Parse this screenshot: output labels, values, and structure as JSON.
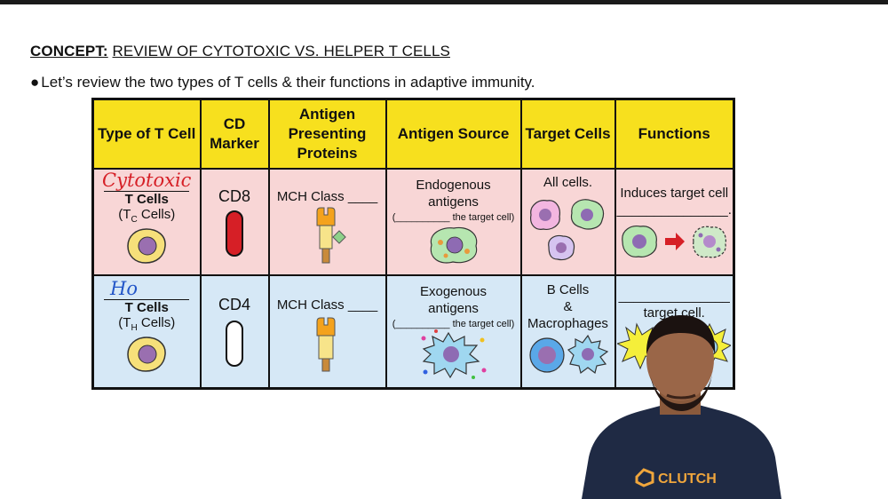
{
  "header": {
    "concept_label": "CONCEPT:",
    "concept_title": "REVIEW OF CYTOTOXIC VS. HELPER T CELLS",
    "bullet": "Let’s review the two types of T cells & their functions in adaptive immunity."
  },
  "table": {
    "headers": {
      "type": "Type of T Cell",
      "cd_line1": "CD",
      "cd_line2": "Marker",
      "antigen_line1": "Antigen",
      "antigen_line2": "Presenting",
      "antigen_line3": "Proteins",
      "source": "Antigen Source",
      "targets": "Target Cells",
      "functions": "Functions"
    },
    "cytotoxic": {
      "handwritten": "Cytotoxic",
      "name": "T Cells",
      "abbr_pre": "(T",
      "abbr_sub": "C",
      "abbr_post": " Cells)",
      "cd": "CD8",
      "mhc": "MCH Class ____",
      "source_line1": "Endogenous",
      "source_line2": "antigens",
      "source_note": "(__________ the target cell)",
      "targets": "All cells.",
      "function": "Induces target cell",
      "function_blank": "_______________."
    },
    "helper": {
      "handwritten": "Ho",
      "name": "T Cells",
      "abbr_pre": "(T",
      "abbr_sub": "H",
      "abbr_post": " Cells)",
      "cd": "CD4",
      "mhc": "MCH Class ____",
      "source_line1": "Exogenous",
      "source_line2": "antigens",
      "source_note": "(__________ the target cell)",
      "targets_line1": "B Cells",
      "targets_line2": "&",
      "targets_line3": "Macrophages",
      "function_blank": "_______________",
      "function": "target cell."
    }
  },
  "presenter": {
    "shirt_logo": "CLUTCH"
  },
  "colors": {
    "header_yellow": "#f7e01e",
    "cytotoxic_row": "#f8d6d6",
    "helper_row": "#d6e8f6",
    "cd8_marker": "#d61f26",
    "handwriting_red": "#d61f26",
    "handwriting_blue": "#2255c8"
  }
}
